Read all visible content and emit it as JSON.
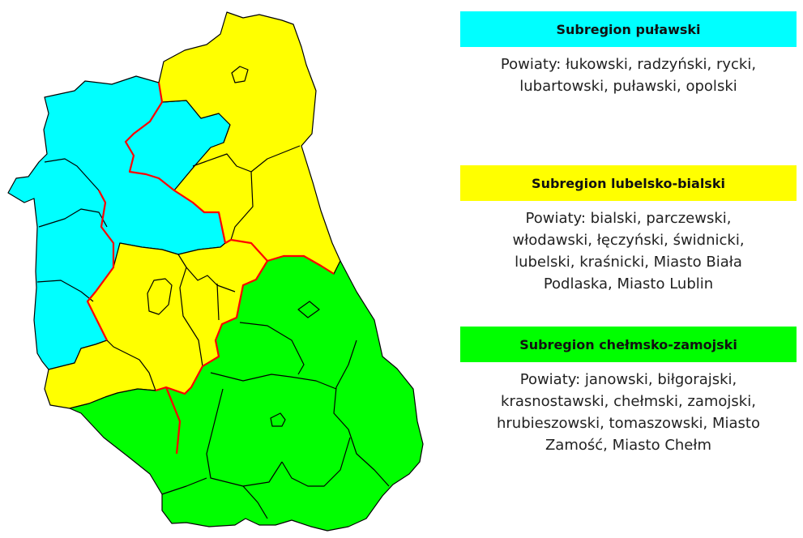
{
  "colors": {
    "pulawski": "#00ffff",
    "lubelsko_bialski": "#ffff00",
    "chelmsko_zamojski": "#00ff00",
    "subregion_border": "#ff0000",
    "county_border": "#000000"
  },
  "legend": [
    {
      "title": "Subregion puławski",
      "color": "#00ffff",
      "desc_lines": [
        "Powiaty: łukowski, radzyński, rycki,",
        "lubartowski, puławski, opolski"
      ]
    },
    {
      "title": "Subregion lubelsko-bialski",
      "color": "#ffff00",
      "desc_lines": [
        "Powiaty: bialski, parczewski,",
        "włodawski, łęczyński, świdnicki,",
        "lubelski, kraśnicki, Miasto Biała",
        "Podlaska, Miasto Lublin"
      ]
    },
    {
      "title": "Subregion chełmsko-zamojski",
      "color": "#00ff00",
      "desc_lines": [
        "Powiaty: janowski, biłgorajski,",
        "krasnostawski, chełmski, zamojski,",
        "hrubieszowski, tomaszowski, Miasto",
        "Zamość, Miasto Chełm"
      ]
    }
  ]
}
